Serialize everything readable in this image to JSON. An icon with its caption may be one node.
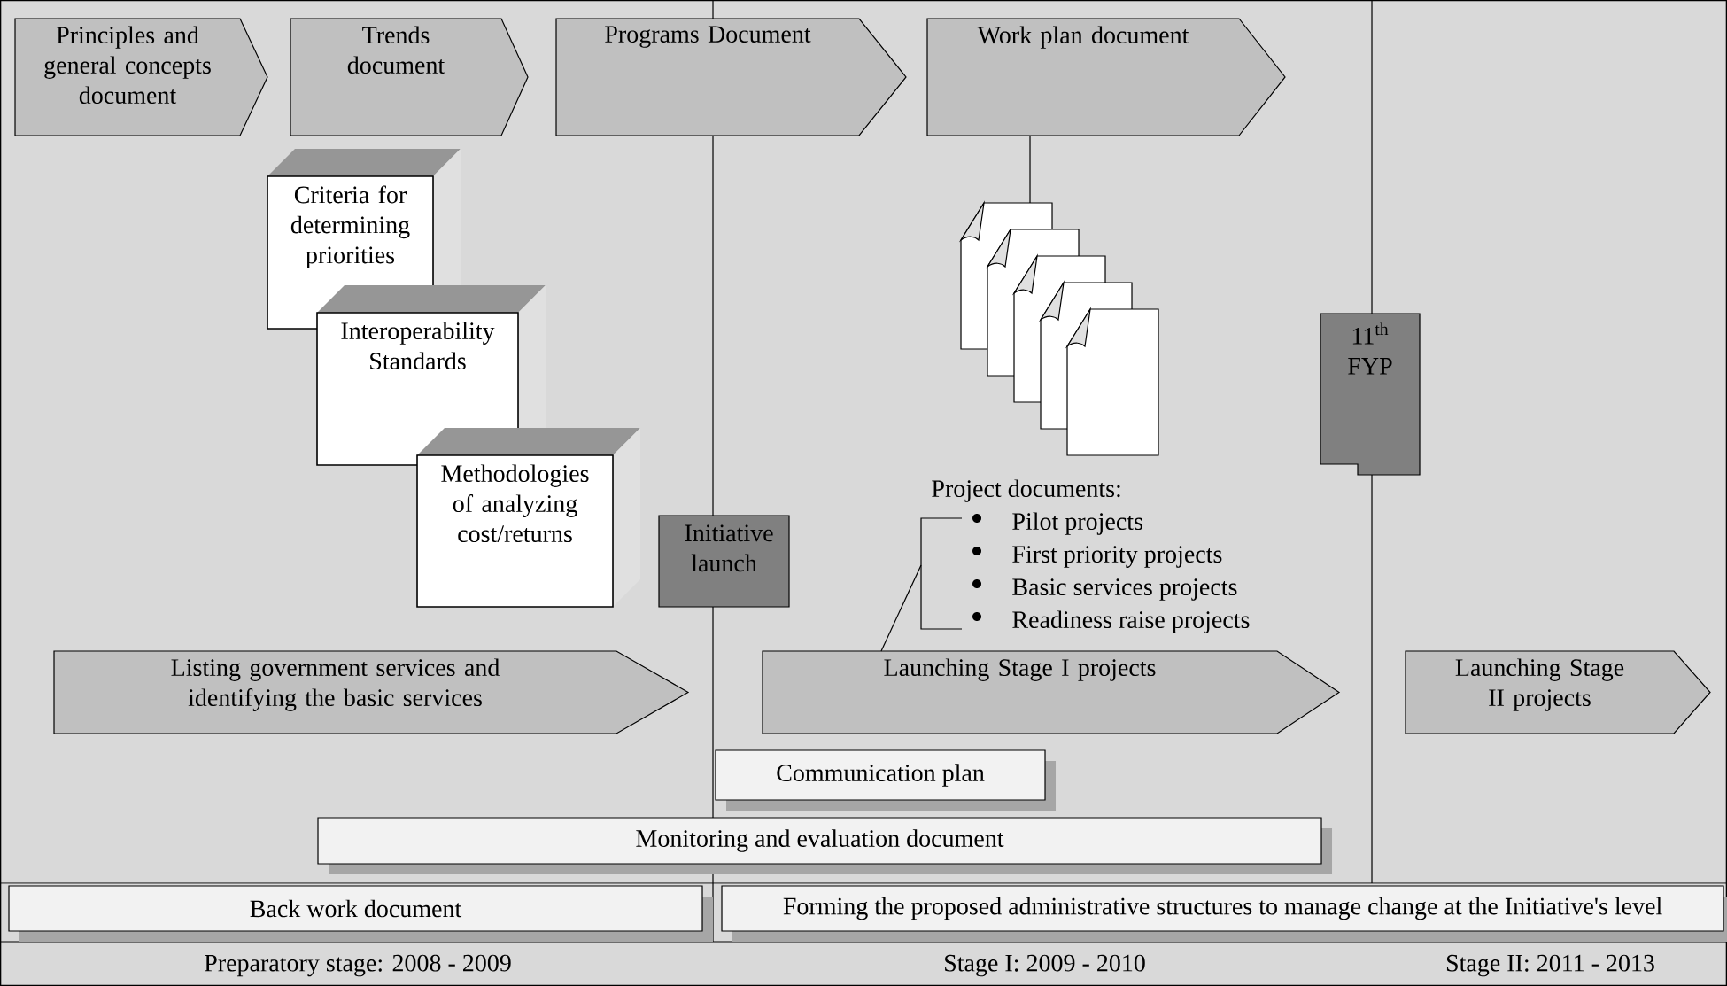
{
  "diagram": {
    "nodes": [
      {
        "text": [
          "Principles and general concepts document"
        ]
      },
      {
        "text": [
          "Trends document"
        ]
      },
      {
        "text": [
          "Programs Document"
        ]
      },
      {
        "text": [
          "Work plan document"
        ]
      },
      {
        "text": [
          "Criteria for determining priorities"
        ]
      },
      {
        "text": [
          "Interoperability Standards"
        ]
      },
      {
        "text": [
          "Methodologies of analyzing cost/returns"
        ]
      },
      {
        "text": [
          "Initiative launch"
        ]
      },
      {
        "text": [],
        "shape": "document"
      },
      {
        "text": [
          "11$^{th}$ FYP"
        ]
      },
      {
        "text": [
          "Project documents:",
          "Pilot projects",
          "First priority projects",
          "Basic services projects",
          "Readiness raise projects"
        ]
      },
      {
        "text": [
          "Listing government services and identifying the basic services"
        ]
      },
      {
        "text": [
          "Launching Stage I projects"
        ]
      },
      {
        "text": [
          "Launching Stage II projects"
        ]
      },
      {
        "text": [
          "Communication plan"
        ]
      },
      {
        "text": [
          "Monitoring and evaluation document"
        ]
      },
      {
        "text": [
          "Back work document"
        ]
      },
      {
        "text": [
          "Forming the proposed administrative structures to manage change at the Initiative's level"
        ]
      },
      {
        "text": [
          "Preparatory stage: 2008 - 2009"
        ]
      },
      {
        "text": [
          "Stage I: 2009 - 2010"
        ]
      },
      {
        "text": [
          "Stage II: 2011 - 2013"
        ]
      }
    ],
    "edges": [
      {
        "from": 3,
        "to": 8,
        "arrow": "none"
      },
      {
        "from": 10,
        "to": 12,
        "arrow": "none"
      }
    ]
  }
}
